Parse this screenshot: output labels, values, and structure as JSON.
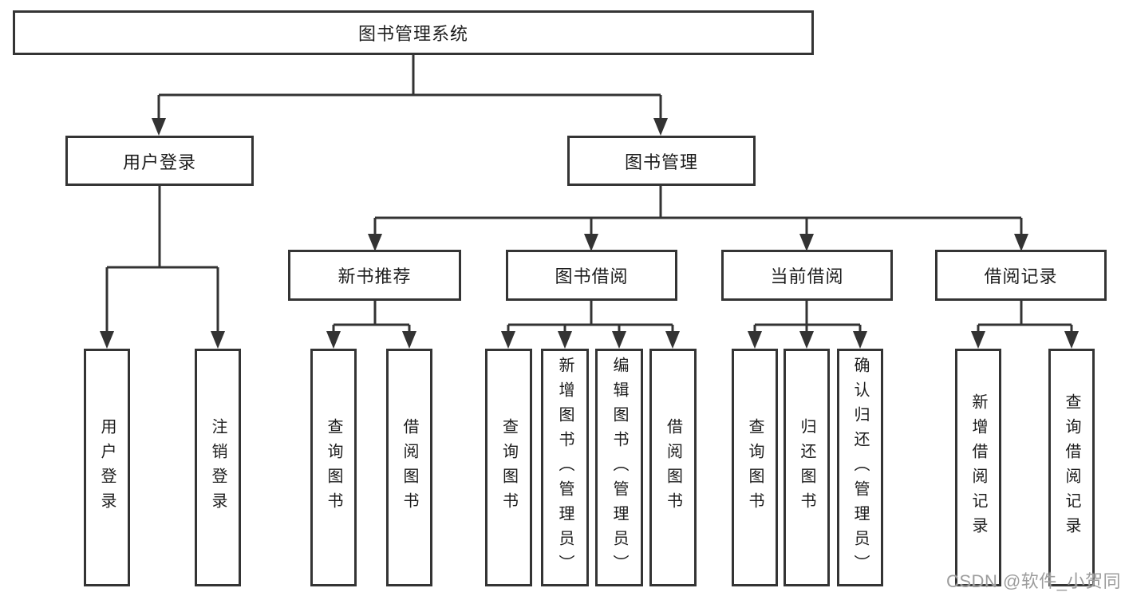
{
  "nodes": {
    "root": "图书管理系统",
    "level1": {
      "user_login": "用户登录",
      "book_mgmt": "图书管理"
    },
    "level2": {
      "new_book_rec": "新书推荐",
      "book_borrow": "图书借阅",
      "current_borrow": "当前借阅",
      "borrow_record": "借阅记录"
    },
    "leaves": {
      "user_login": "用户登录",
      "logout": "注销登录",
      "nbr_query": "查询图书",
      "nbr_borrow": "借阅图书",
      "bb_query": "查询图书",
      "bb_add": "新增图书（管理员）",
      "bb_edit": "编辑图书（管理员）",
      "bb_borrow": "借阅图书",
      "cb_query": "查询图书",
      "cb_return": "归还图书",
      "cb_confirm": "确认归还（管理员）",
      "br_add": "新增借阅记录",
      "br_query": "查询借阅记录"
    }
  },
  "watermark": {
    "text": "CSDN @软件_小贺同学"
  },
  "colors": {
    "line": "#333333",
    "border": "#343434",
    "text": "#1c1c1c",
    "watermark": "#9d9d9d",
    "background": "#ffffff"
  }
}
